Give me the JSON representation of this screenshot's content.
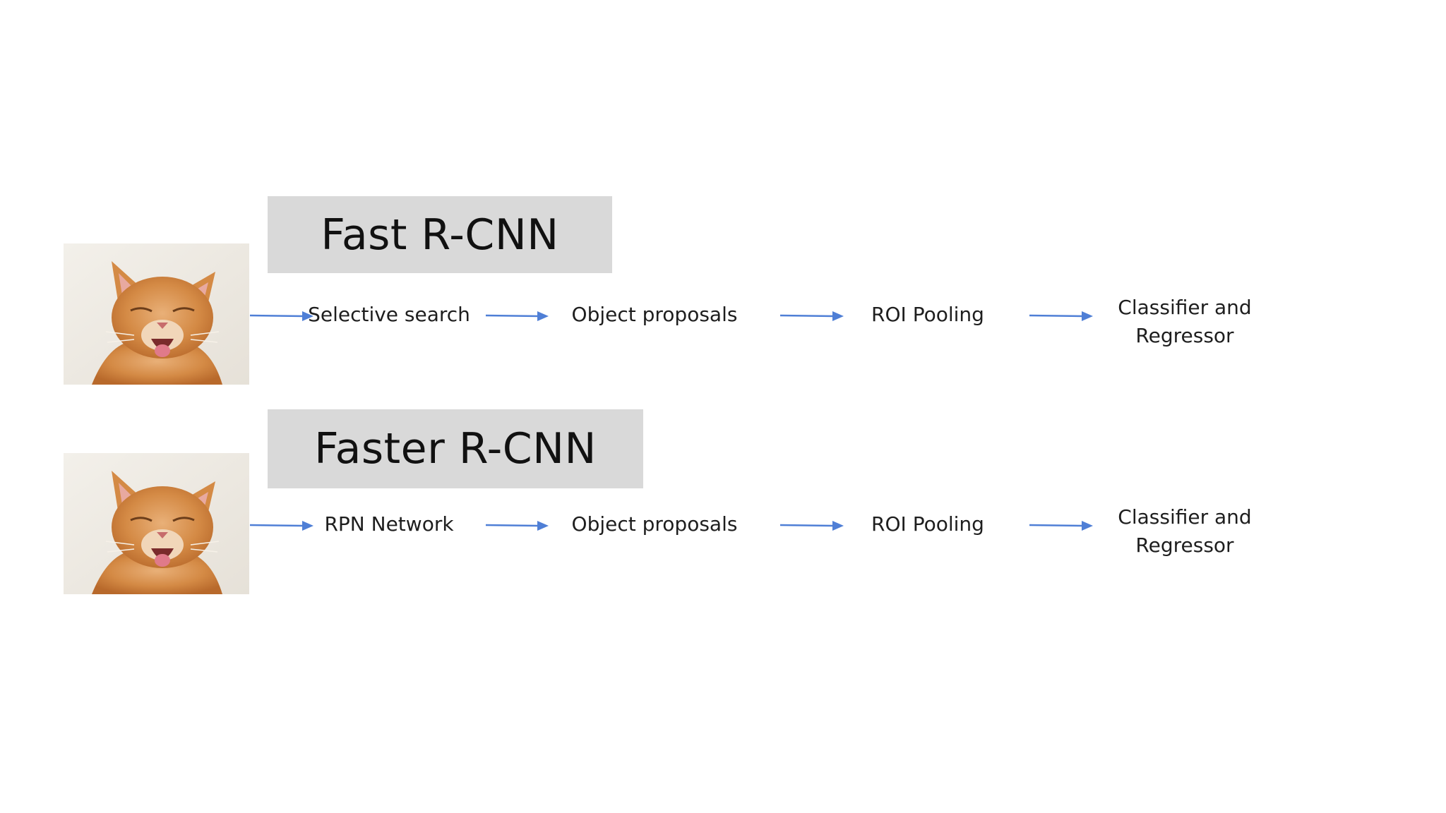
{
  "rows": [
    {
      "title": "Fast R-CNN",
      "steps": [
        "Selective search",
        "Object proposals",
        "ROI Pooling",
        "Classifier and Regressor"
      ]
    },
    {
      "title": "Faster R-CNN",
      "steps": [
        "RPN Network",
        "Object proposals",
        "ROI Pooling",
        "Classifier and Regressor"
      ]
    }
  ],
  "colors": {
    "title_box": "#d9d9d9",
    "arrow": "#4f7fd6",
    "text": "#1e1e1e"
  },
  "icons": [
    "cat-photo",
    "arrow-icon"
  ]
}
